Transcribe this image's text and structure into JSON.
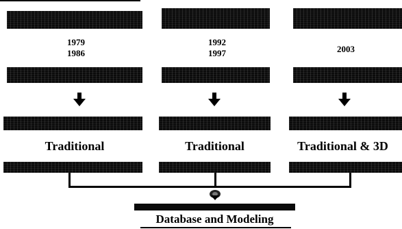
{
  "columns": [
    {
      "years": [
        "1979",
        "1986"
      ],
      "method_label": "Traditional"
    },
    {
      "years": [
        "1992",
        "1997"
      ],
      "method_label": "Traditional"
    },
    {
      "years": [
        "2003"
      ],
      "method_label": "Traditional & 3D"
    }
  ],
  "final": {
    "label": "Database and Modeling"
  },
  "icons": {
    "down_arrow": "down-arrow-icon",
    "merge_mark": "merge-icon"
  },
  "colors": {
    "bar": "#0b0b0b",
    "background": "#ffffff",
    "text": "#000000"
  }
}
